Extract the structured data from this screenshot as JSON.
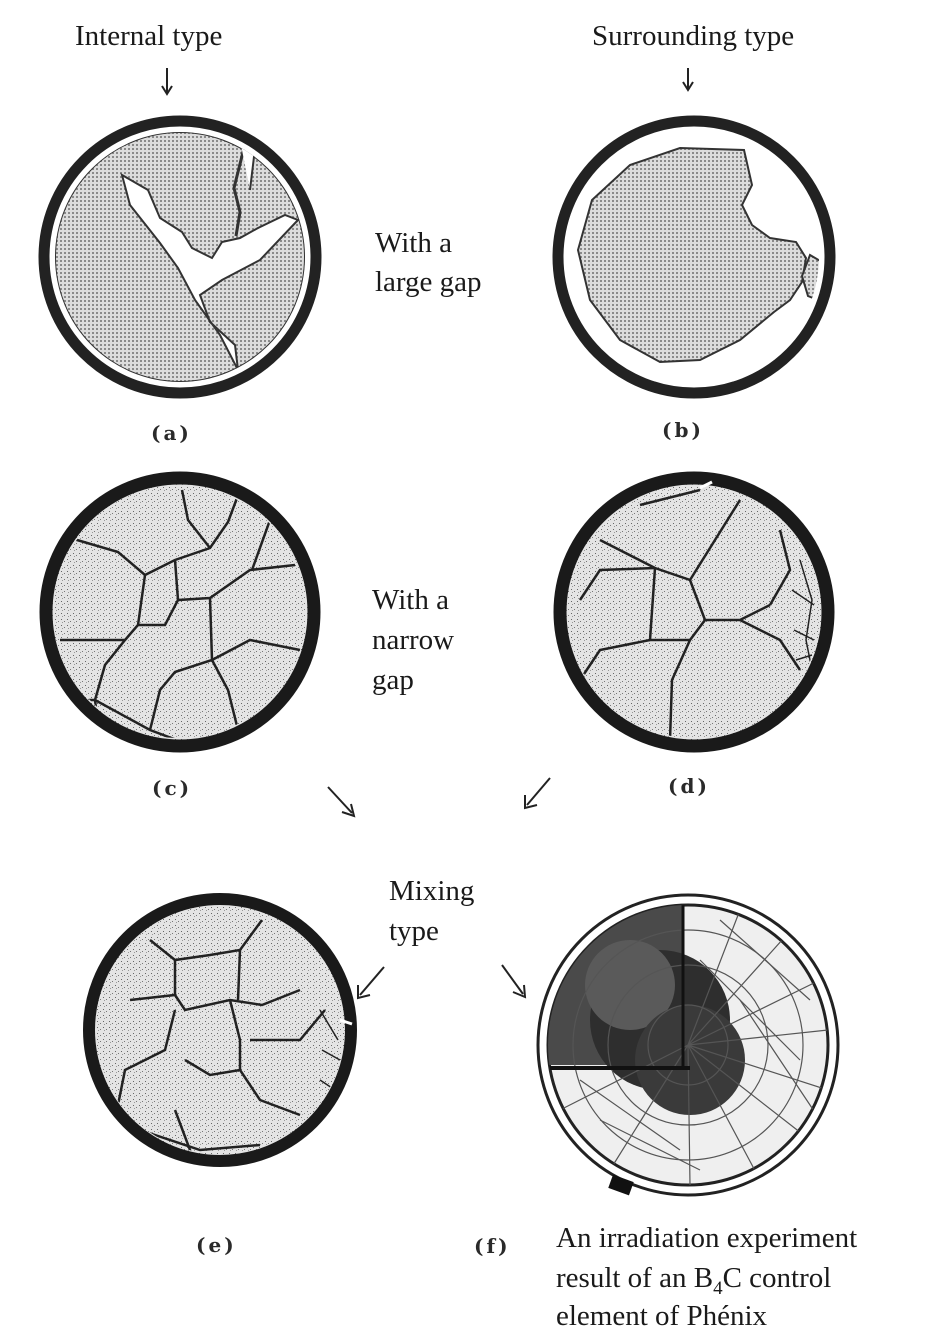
{
  "headers": {
    "internal": "Internal type",
    "surrounding": "Surrounding type"
  },
  "captions": {
    "large_gap": [
      "With a",
      "large gap"
    ],
    "narrow_gap": [
      "With a",
      "narrow",
      "gap"
    ],
    "mixing": [
      "Mixing",
      "type"
    ]
  },
  "panels": {
    "a": "(a)",
    "b": "(b)",
    "c": "(c)",
    "d": "(d)",
    "e": "(e)",
    "f": "(f)"
  },
  "f_caption": {
    "line1": "An irradiation experiment",
    "line2_pre": "result of an B",
    "line2_sub": "4",
    "line2_post": "C control",
    "line3": "element of Phénix"
  }
}
